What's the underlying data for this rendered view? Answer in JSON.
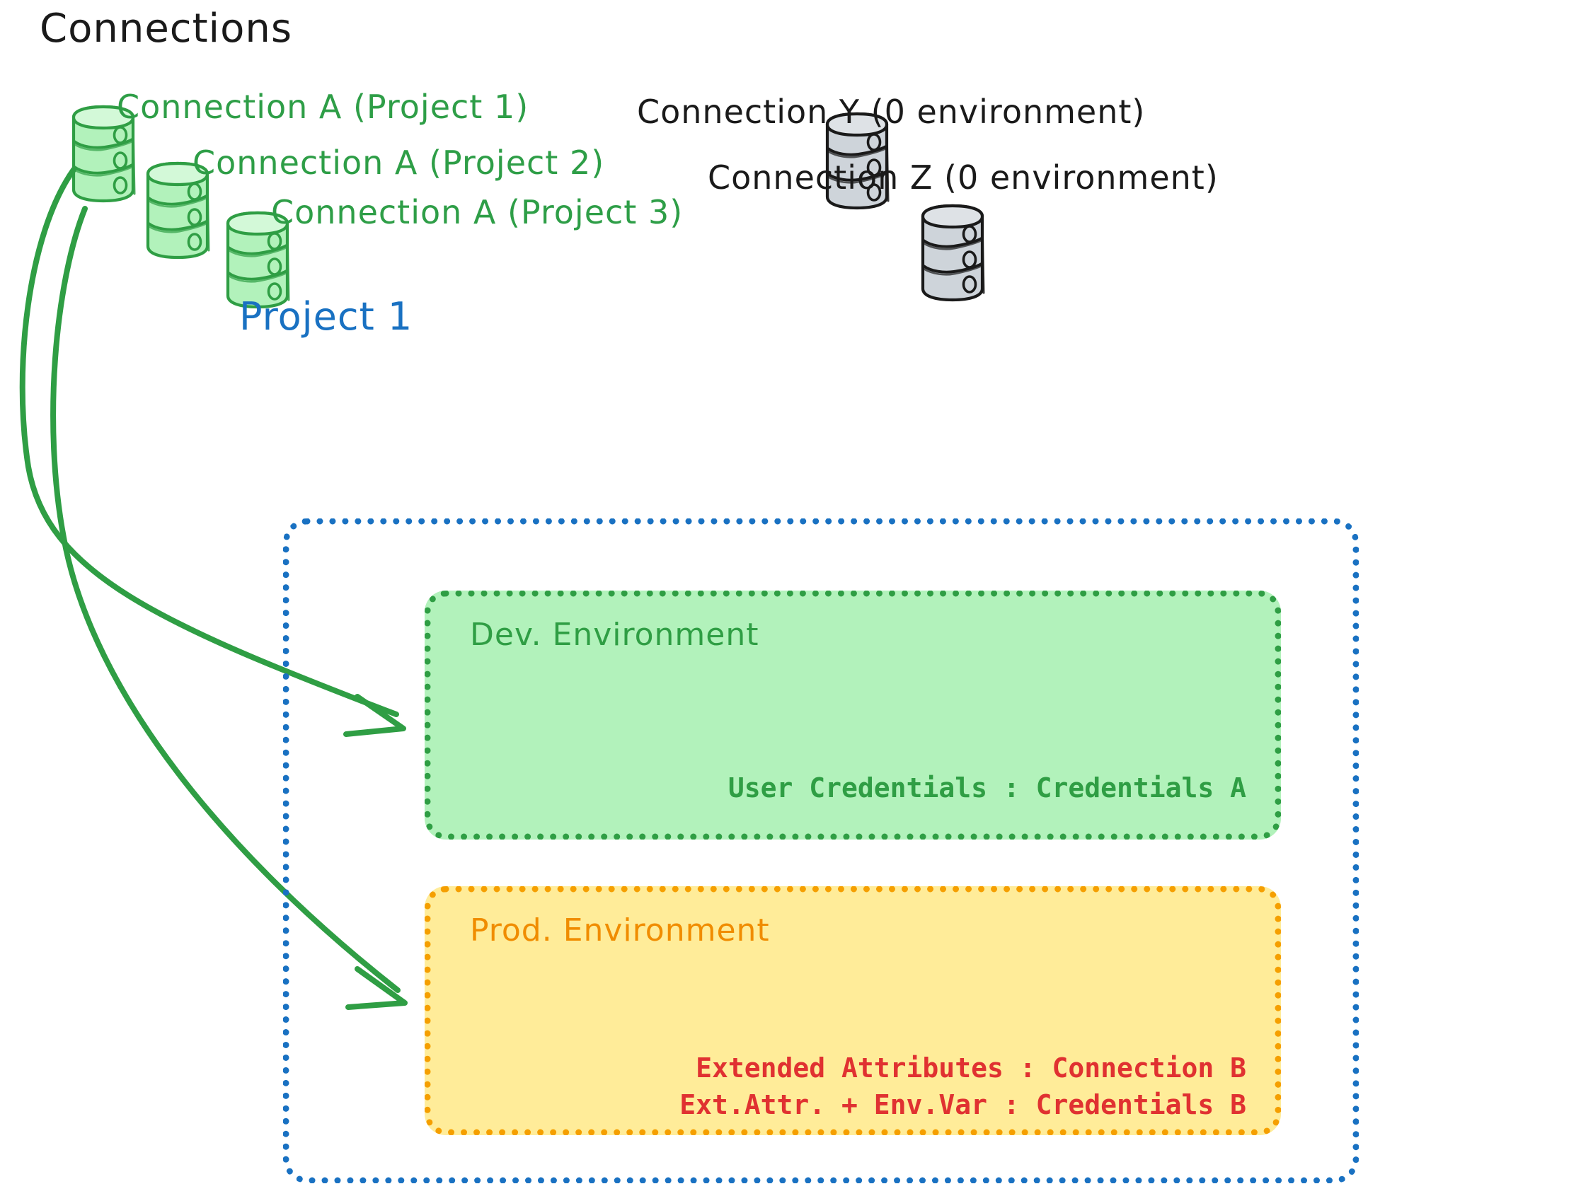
{
  "diagram": {
    "title": "Connections",
    "connections_green": [
      {
        "label": "Connection A (Project 1)",
        "icon": "database-cylinder-icon",
        "color": "#2e9e47"
      },
      {
        "label": "Connection A (Project 2)",
        "icon": "database-cylinder-icon",
        "color": "#2e9e47"
      },
      {
        "label": "Connection A (Project 3)",
        "icon": "database-cylinder-icon",
        "color": "#2e9e47"
      }
    ],
    "connections_gray": [
      {
        "label": "Connection Y (0 environment)",
        "icon": "database-cylinder-icon",
        "color": "#1a1a1a"
      },
      {
        "label": "Connection Z (0 environment)",
        "icon": "database-cylinder-icon",
        "color": "#1a1a1a"
      }
    ],
    "project": {
      "title": "Project 1",
      "border_color": "#1971c2",
      "environments": [
        {
          "name": "Dev. Environment",
          "fill_color": "#b2f2bb",
          "border_color": "#2f9e44",
          "title_color": "#2f9e44",
          "detail_color": "#2f9e44",
          "details": [
            "User Credentials : Credentials A"
          ]
        },
        {
          "name": "Prod. Environment",
          "fill_color": "#ffec99",
          "border_color": "#f59f00",
          "title_color": "#f08c00",
          "detail_color": "#e03131",
          "details": [
            "Extended Attributes : Connection B",
            "Ext.Attr. + Env.Var : Credentials B"
          ]
        }
      ]
    },
    "arrows": [
      {
        "from": "Connection A (Project 1)",
        "to": "Dev. Environment",
        "color": "#2f9e44"
      },
      {
        "from": "Connection A (Project 1)",
        "to": "Prod. Environment",
        "color": "#2f9e44"
      }
    ]
  }
}
